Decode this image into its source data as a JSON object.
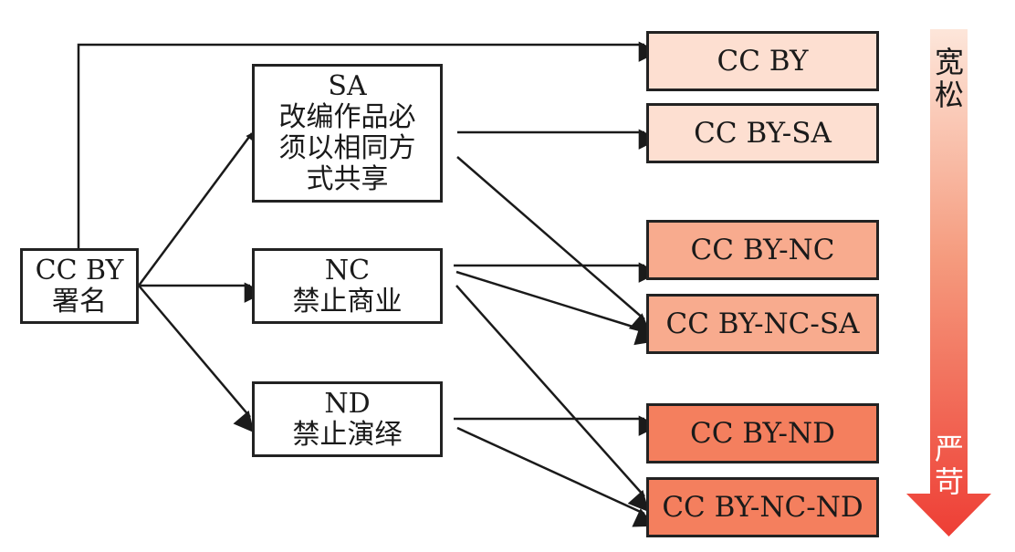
{
  "source_node": {
    "line1": "CC BY",
    "line2": "署名"
  },
  "conditions": [
    {
      "id": "sa",
      "code": "SA",
      "desc_lines": [
        "改编作品必",
        "须以相同方",
        "式共享"
      ]
    },
    {
      "id": "nc",
      "code": "NC",
      "desc_lines": [
        "禁止商业"
      ]
    },
    {
      "id": "nd",
      "code": "ND",
      "desc_lines": [
        "禁止演绎"
      ]
    }
  ],
  "licenses": [
    {
      "id": "by",
      "label": "CC BY",
      "color": "#FDDFD1"
    },
    {
      "id": "by-sa",
      "label": "CC BY-SA",
      "color": "#FDDFD1"
    },
    {
      "id": "by-nc",
      "label": "CC BY-NC",
      "color": "#F8AB8E"
    },
    {
      "id": "by-nc-sa",
      "label": "CC BY-NC-SA",
      "color": "#F8AB8E"
    },
    {
      "id": "by-nd",
      "label": "CC BY-ND",
      "color": "#F47F5E"
    },
    {
      "id": "by-nc-nd",
      "label": "CC BY-NC-ND",
      "color": "#F47F5E"
    }
  ],
  "edges": [
    {
      "from": "source",
      "to": "by"
    },
    {
      "from": "source",
      "to": "sa"
    },
    {
      "from": "source",
      "to": "nc"
    },
    {
      "from": "source",
      "to": "nd"
    },
    {
      "from": "sa",
      "to": "by-sa"
    },
    {
      "from": "sa",
      "to": "by-nc-sa"
    },
    {
      "from": "nc",
      "to": "by-nc"
    },
    {
      "from": "nc",
      "to": "by-nc-sa"
    },
    {
      "from": "nc",
      "to": "by-nc-nd"
    },
    {
      "from": "nd",
      "to": "by-nd"
    },
    {
      "from": "nd",
      "to": "by-nc-nd"
    }
  ],
  "scale": {
    "top_label": "宽松",
    "bottom_label": "严苛",
    "top_color": "#FDE6DA",
    "bottom_color": "#EE3E35"
  }
}
